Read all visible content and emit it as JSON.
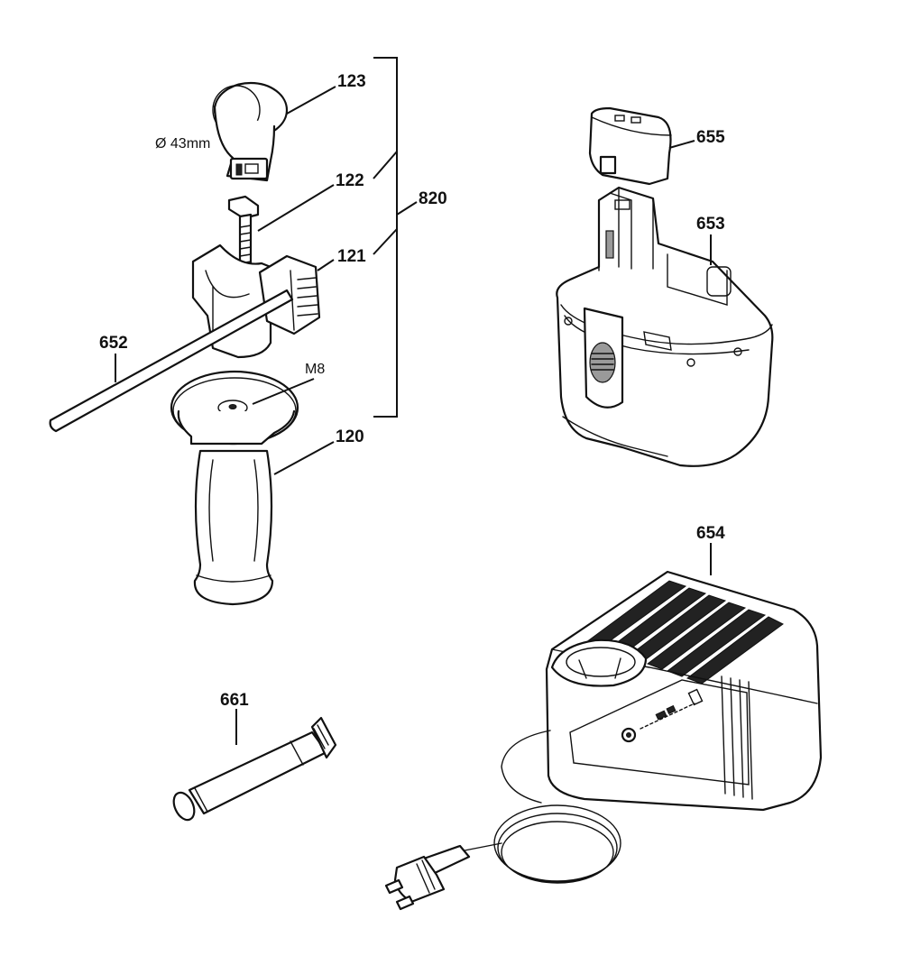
{
  "parts": [
    {
      "id": "p123",
      "label": "123"
    },
    {
      "id": "p122",
      "label": "122"
    },
    {
      "id": "p121",
      "label": "121"
    },
    {
      "id": "p120",
      "label": "120"
    },
    {
      "id": "p820",
      "label": "820"
    },
    {
      "id": "p652",
      "label": "652"
    },
    {
      "id": "p655",
      "label": "655"
    },
    {
      "id": "p653",
      "label": "653"
    },
    {
      "id": "p654",
      "label": "654"
    },
    {
      "id": "p661",
      "label": "661"
    }
  ],
  "annotations": {
    "diameter": "Ø 43mm",
    "thread": "M8"
  }
}
